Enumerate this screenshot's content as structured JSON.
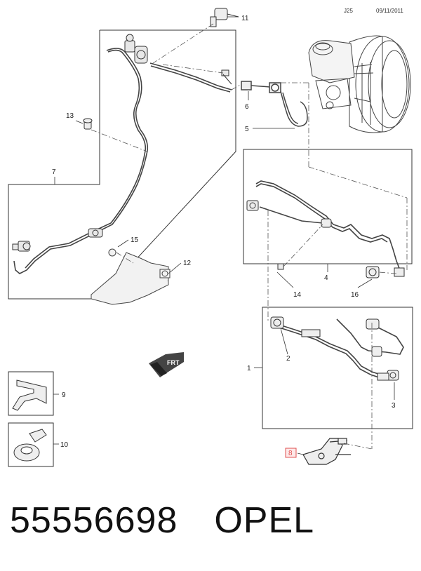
{
  "header": {
    "code": "J25",
    "date": "09/11/2011"
  },
  "callouts": {
    "c1": "1",
    "c2": "2",
    "c3": "3",
    "c4": "4",
    "c5": "5",
    "c6": "6",
    "c7": "7",
    "c8": "8",
    "c9": "9",
    "c10": "10",
    "c11": "11",
    "c12": "12",
    "c13": "13",
    "c14": "14",
    "c15": "15",
    "c16": "16"
  },
  "frt_label": "FRT",
  "footer": {
    "part_number": "55556698",
    "brand": "OPEL"
  },
  "colors": {
    "line": "#333333",
    "highlight": "#e05050",
    "highlight_fill": "#fde8e8"
  }
}
